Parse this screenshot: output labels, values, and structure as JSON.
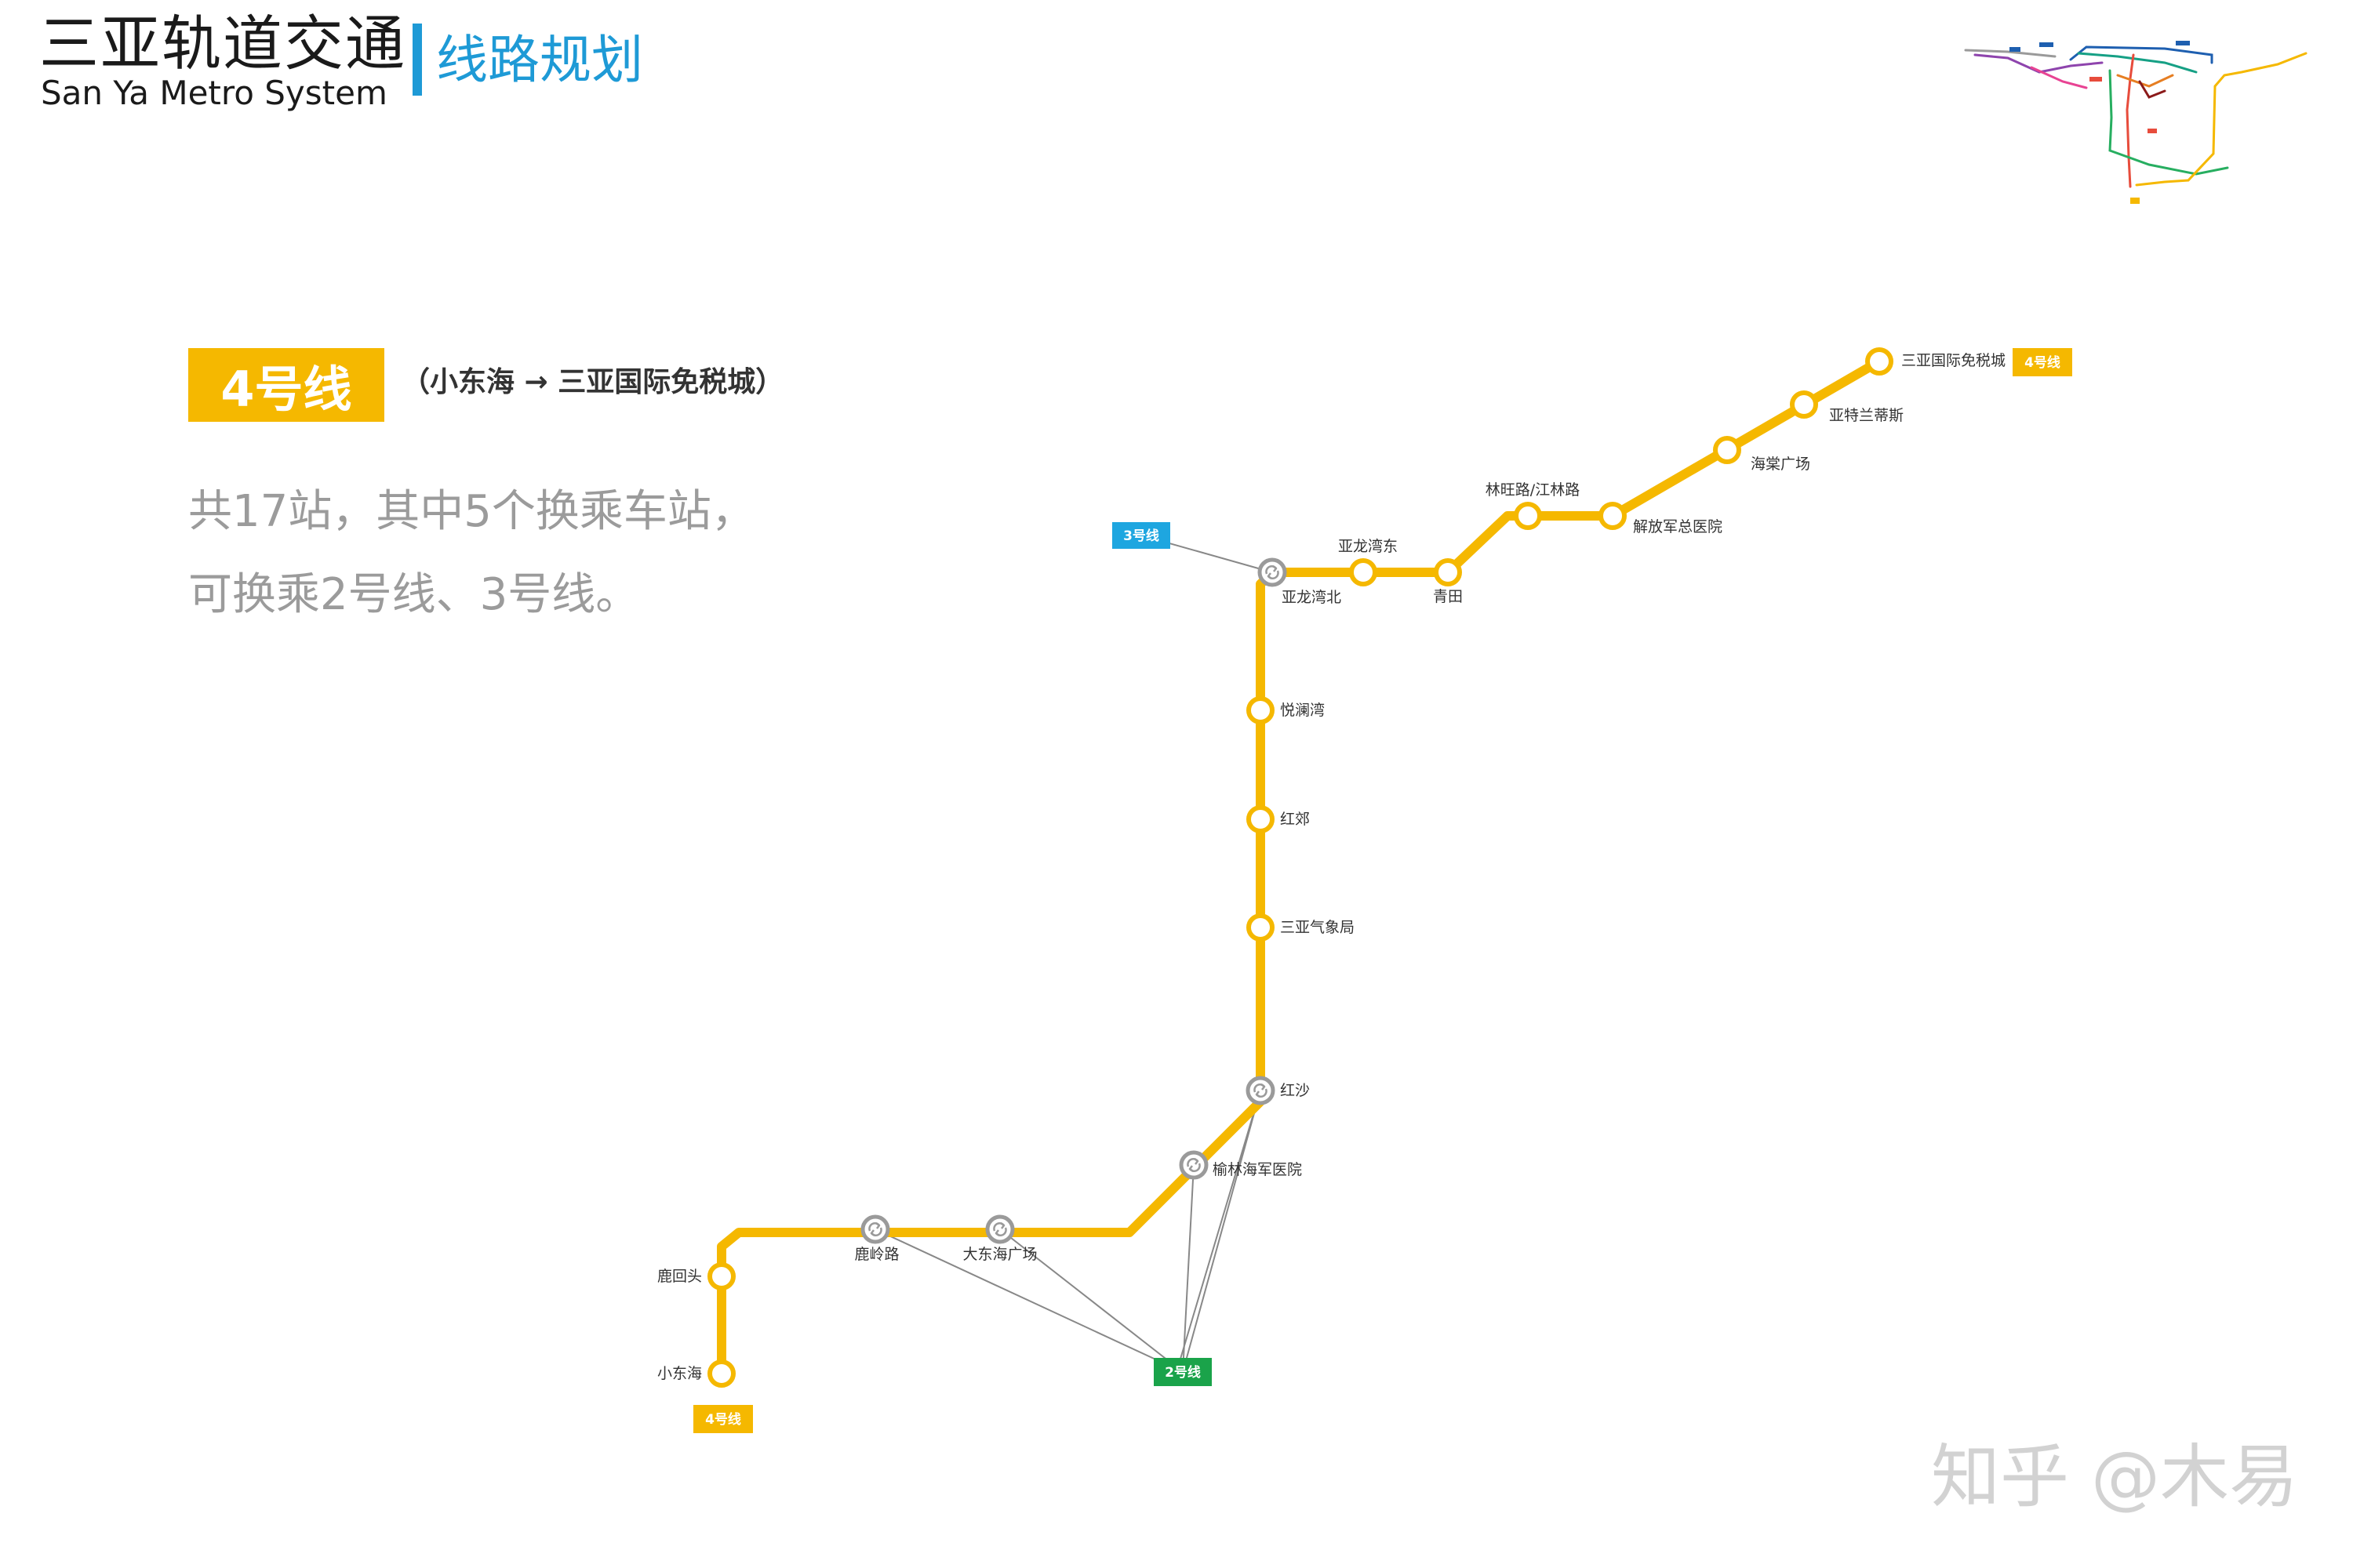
{
  "header": {
    "title": "三亚轨道交通",
    "subtitle": "San Ya Metro System",
    "section": "线路规划"
  },
  "line": {
    "name": "4号线",
    "route": "（小东海 → 三亚国际免税城）",
    "description_line1": "共17站，其中5个换乘车站，",
    "description_line2": "可换乘2号线、3号线。"
  },
  "colors": {
    "line4": "#f5b800",
    "line2": "#1aa34a",
    "line3": "#1ea6e0",
    "accent": "#1e9ad6",
    "connector": "#888888",
    "interchange": "#9a9a9a"
  },
  "stations": [
    {
      "id": "xiaodonghai",
      "name": "小东海",
      "interchange": false,
      "terminal": true
    },
    {
      "id": "luhuitou",
      "name": "鹿回头",
      "interchange": false
    },
    {
      "id": "luling",
      "name": "鹿岭路",
      "interchange": true
    },
    {
      "id": "dadonghai",
      "name": "大东海广场",
      "interchange": true
    },
    {
      "id": "yulin",
      "name": "榆林海军医院",
      "interchange": true
    },
    {
      "id": "hongsha",
      "name": "红沙",
      "interchange": true
    },
    {
      "id": "qixiang",
      "name": "三亚气象局",
      "interchange": false
    },
    {
      "id": "hongjiao",
      "name": "红郊",
      "interchange": false
    },
    {
      "id": "yuelan",
      "name": "悦澜湾",
      "interchange": false
    },
    {
      "id": "yalongbei",
      "name": "亚龙湾北",
      "interchange": true
    },
    {
      "id": "yalongdong",
      "name": "亚龙湾东",
      "interchange": false
    },
    {
      "id": "qingtian",
      "name": "青田",
      "interchange": false
    },
    {
      "id": "linwang",
      "name": "林旺路/江林路",
      "interchange": false
    },
    {
      "id": "jiefangjun",
      "name": "解放军总医院",
      "interchange": false
    },
    {
      "id": "haitang",
      "name": "海棠广场",
      "interchange": false
    },
    {
      "id": "atlantis",
      "name": "亚特兰蒂斯",
      "interchange": false
    },
    {
      "id": "dutyfree",
      "name": "三亚国际免税城",
      "interchange": false,
      "terminal": true
    }
  ],
  "tags": {
    "line4_start": "4号线",
    "line4_end": "4号线",
    "line2": "2号线",
    "line3": "3号线"
  },
  "watermark": "知乎 @木易"
}
